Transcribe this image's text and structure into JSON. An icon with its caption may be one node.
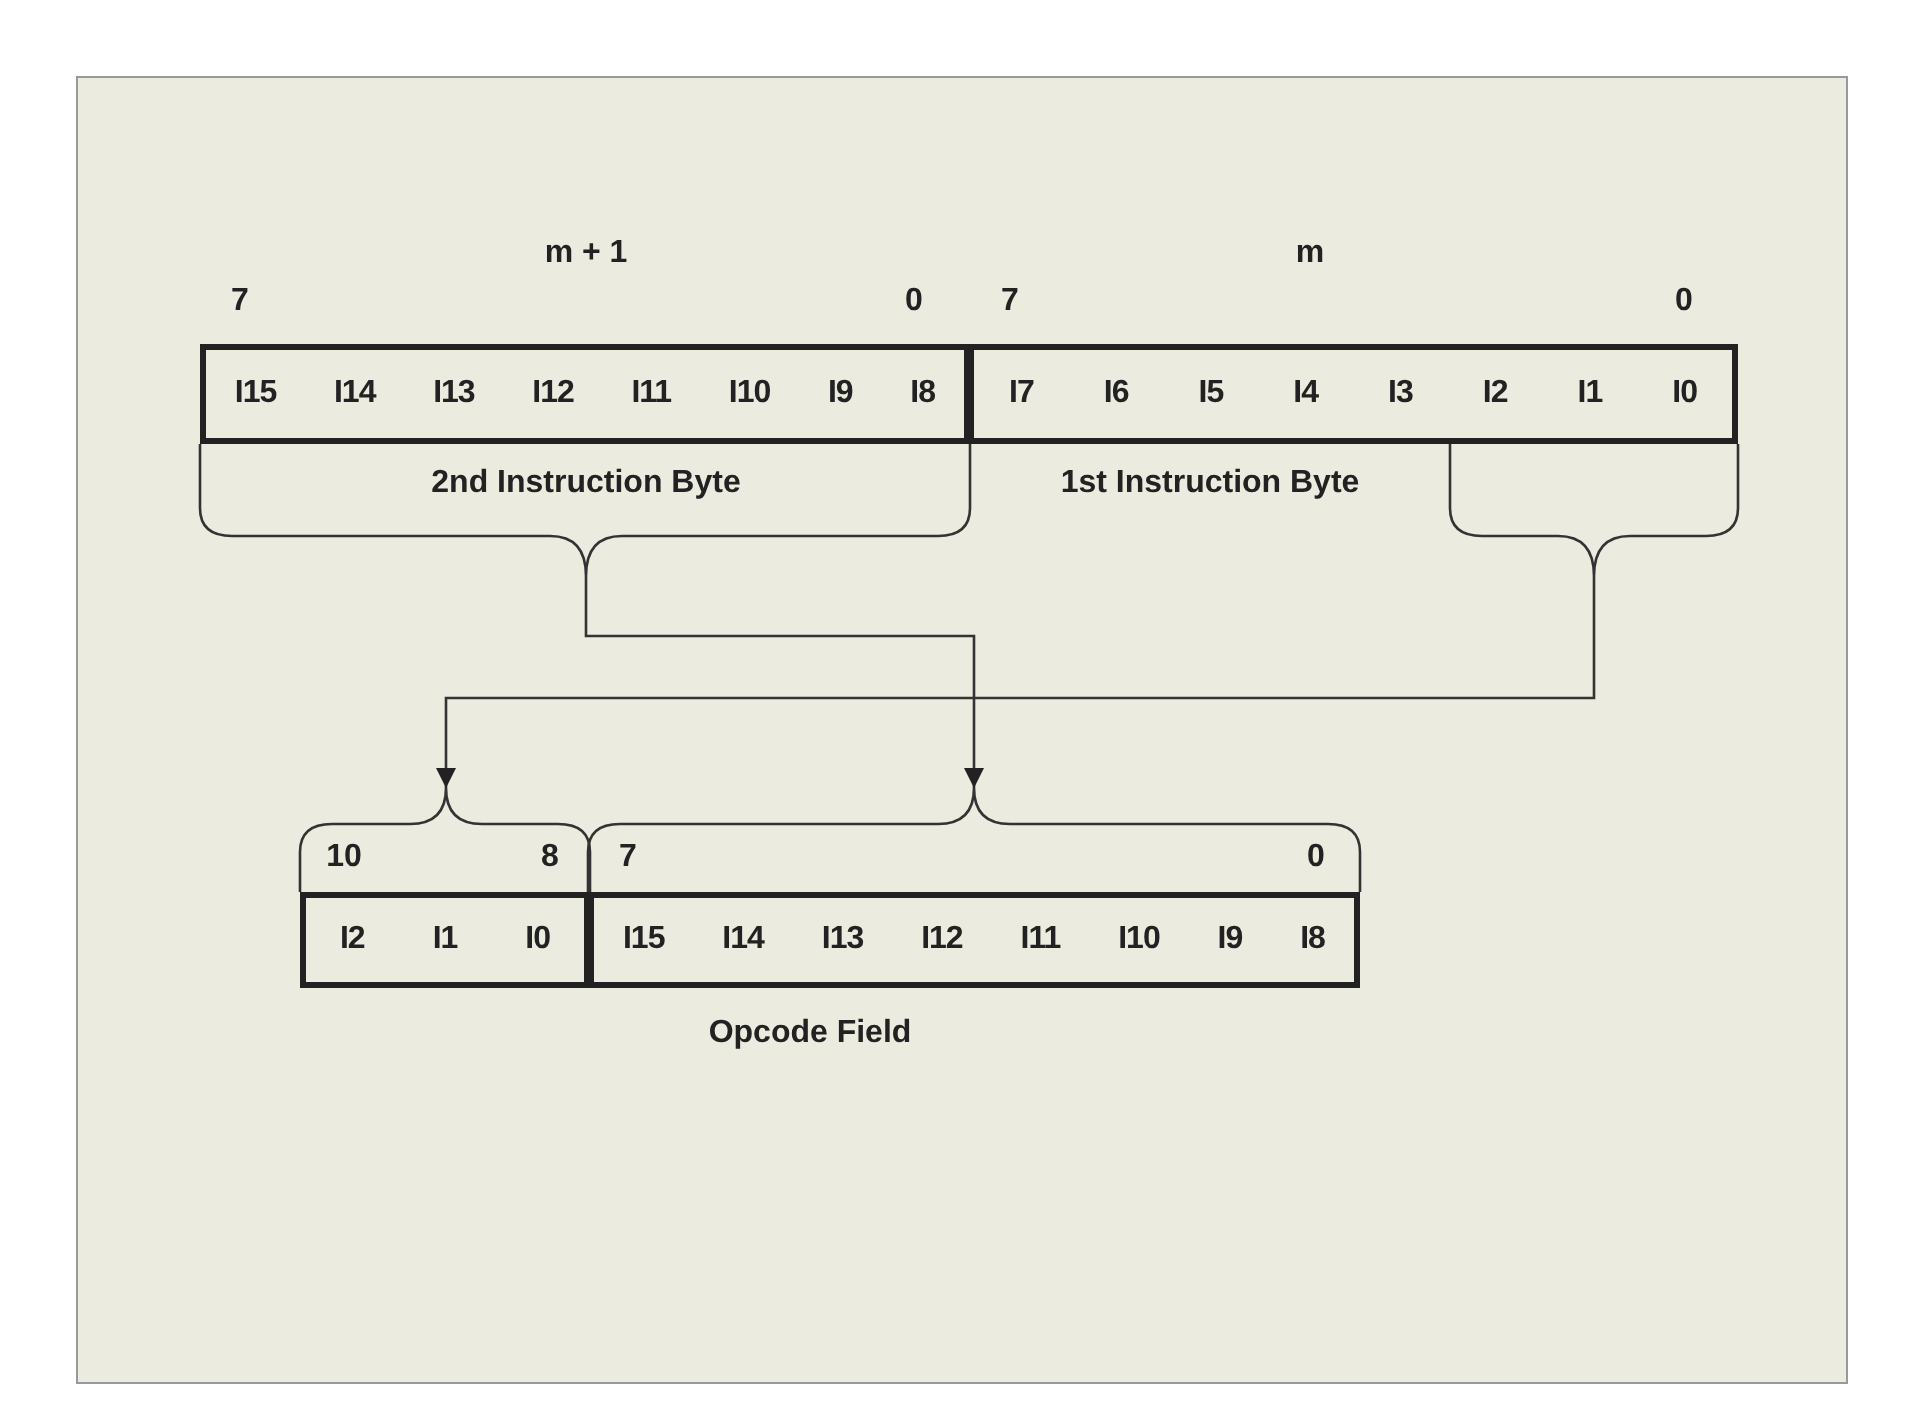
{
  "diagram": {
    "nodes": [
      {
        "text": [
          "I15",
          "I14",
          "I13",
          "I12",
          "I11",
          "I10",
          "I9",
          "I8"
        ],
        "beside": [
          "m + 1",
          "7",
          "0",
          "2nd Instruction Byte"
        ]
      },
      {
        "text": [
          "I7",
          "I6",
          "I5",
          "I4",
          "I3",
          "I2",
          "I1",
          "I0"
        ],
        "beside": [
          "m",
          "7",
          "0",
          "1st Instruction Byte"
        ]
      },
      {
        "text": [
          "I2",
          "I1",
          "I0"
        ],
        "beside": [
          "10",
          "8"
        ]
      },
      {
        "text": [
          "I15",
          "I14",
          "I13",
          "I12",
          "I11",
          "I10",
          "I9",
          "I8"
        ],
        "beside": [
          "7",
          "0"
        ]
      }
    ],
    "edges": [
      {
        "from": 0,
        "to": 3,
        "arrow": "to"
      },
      {
        "from": 1,
        "to": 2,
        "arrow": "to"
      }
    ],
    "labels": [
      "Opcode Field"
    ]
  }
}
